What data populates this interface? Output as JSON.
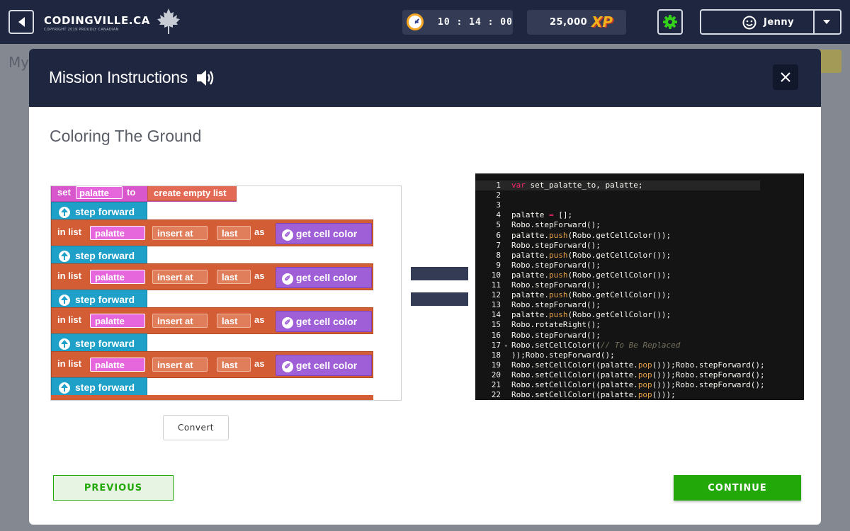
{
  "topbar": {
    "brand_name": "CODINGVILLE.CA",
    "brand_tagline": "COPYRIGHT 2019 PROUDLY CANADIAN",
    "timer": "10 : 14 : 00",
    "xp_value": "25,000",
    "xp_label": "XP",
    "user_name": "Jenny"
  },
  "background": {
    "partial_text": "My"
  },
  "modal": {
    "title": "Mission Instructions",
    "subtitle": "Coloring The Ground",
    "convert_label": "Convert",
    "previous_label": "PREVIOUS",
    "continue_label": "CONTINUE"
  },
  "blocks": {
    "set_word": "set",
    "variable": "palatte",
    "to_word": "to",
    "create_list": "create empty list",
    "step_forward": "step forward",
    "in_list": "in list",
    "insert_at": "insert at",
    "last": "last",
    "as_word": "as",
    "get_cell_color": "get cell color"
  },
  "code_lines": [
    "var set_palatte_to, palatte;",
    "",
    "",
    "palatte = [];",
    "Robo.stepForward();",
    "palatte.push(Robo.getCellColor());",
    "Robo.stepForward();",
    "palatte.push(Robo.getCellColor());",
    "Robo.stepForward();",
    "palatte.push(Robo.getCellColor());",
    "Robo.stepForward();",
    "palatte.push(Robo.getCellColor());",
    "Robo.stepForward();",
    "palatte.push(Robo.getCellColor());",
    "Robo.rotateRight();",
    "Robo.stepForward();",
    "Robo.setCellColor((// To Be Replaced",
    "));Robo.stepForward();",
    "Robo.setCellColor((palatte.pop()));Robo.stepForward();",
    "Robo.setCellColor((palatte.pop()));Robo.stepForward();",
    "Robo.setCellColor((palatte.pop()));Robo.stepForward();",
    "Robo.setCellColor((palatte.pop()));"
  ],
  "colors": {
    "topbar": "#1f2640",
    "accent_green": "#23a80a",
    "xp_gold": "#f2b21c",
    "gear_green": "#33d11a"
  }
}
